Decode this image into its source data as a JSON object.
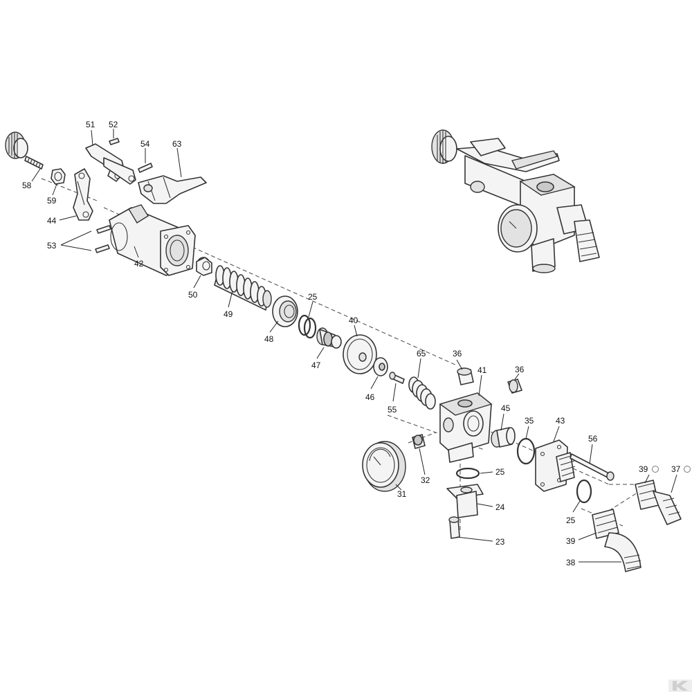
{
  "diagram": {
    "labels": {
      "p58": "58",
      "p59": "59",
      "p44": "44",
      "p53": "53",
      "p42": "42",
      "p51": "51",
      "p52": "52",
      "p54": "54",
      "p63": "63",
      "p50": "50",
      "p49": "49",
      "p48": "48",
      "p25a": "25",
      "p47": "47",
      "p40": "40",
      "p46": "46",
      "p55": "55",
      "p65": "65",
      "p36a": "36",
      "p41": "41",
      "p36b": "36",
      "p45": "45",
      "p35": "35",
      "p43": "43",
      "p56": "56",
      "p39a": "39",
      "p37": "37",
      "p25b": "25",
      "p25c": "25",
      "p24": "24",
      "p23": "23",
      "p31": "31",
      "p32": "32",
      "p39b": "39",
      "p38": "38"
    },
    "icons": {
      "small_circle": "circle-outline-icon",
      "brand_logo": "k-logo-icon"
    }
  }
}
